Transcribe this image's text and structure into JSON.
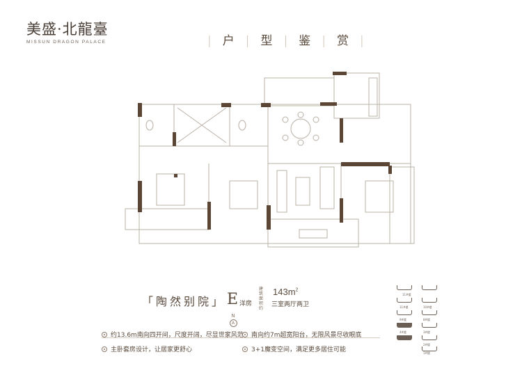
{
  "brand": {
    "name_cn": "美盛·北龍臺",
    "name_en": "MISSUN DRAGON PALACE"
  },
  "header": {
    "title_chars": [
      "户",
      "型",
      "鉴",
      "赏"
    ]
  },
  "unit": {
    "name": "「陶然别院」",
    "type_letter": "E",
    "type_suffix": "洋房",
    "area_label": "建筑面积约",
    "area_value": "143m",
    "area_unit_sup": "2",
    "layout": "三室两厅两卫"
  },
  "compass": {
    "label": "N",
    "circle": "A"
  },
  "features": [
    "约13.6m南向四开间，尺度开阔，尽显世家风范",
    "南向约7m超宽阳台，无限风景尽收眼底",
    "主卧套房设计，让居家更舒心",
    "3+1魔变空间，满足更多居住可能"
  ],
  "keyplan": {
    "labels": [
      "11#楼",
      "11#楼",
      "10#楼",
      "9#楼",
      "8#楼",
      "4#楼",
      "3#楼",
      "2#楼",
      "1#楼"
    ]
  },
  "colors": {
    "wall": "#5b4636",
    "line": "#b9b0a6",
    "text": "#5a4a3c"
  }
}
